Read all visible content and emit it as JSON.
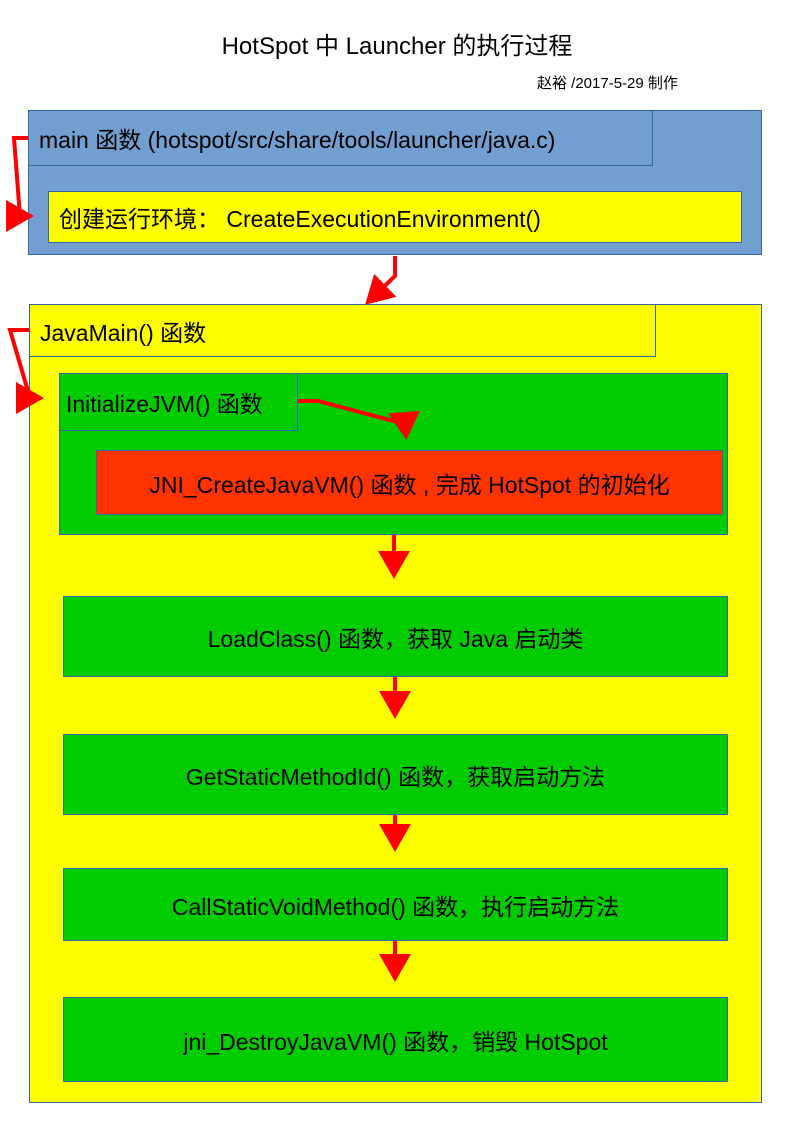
{
  "title": "HotSpot 中 Launcher 的执行过程",
  "author_line": "赵裕 /2017-5-29 制作",
  "main_box": {
    "label": "main 函数 (hotspot/src/share/tools/launcher/java.c)",
    "step": "创建运行环境： CreateExecutionEnvironment()"
  },
  "java_main_box": {
    "label": "JavaMain() 函数",
    "initialize_jvm": {
      "label": "InitializeJVM() 函数",
      "step": "JNI_CreateJavaVM() 函数 , 完成 HotSpot 的初始化"
    },
    "steps": [
      "LoadClass() 函数，获取 Java 启动类",
      "GetStaticMethodId() 函数，获取启动方法",
      "CallStaticVoidMethod() 函数，执行启动方法",
      "jni_DestroyJavaVM() 函数，销毁 HotSpot"
    ]
  },
  "colors": {
    "main_box": "#729fcf",
    "java_main_box": "#ffff00",
    "step_box": "#00cc00",
    "init_step": "#ff3300",
    "border": "#3465a4",
    "arrow": "#ff0000"
  }
}
